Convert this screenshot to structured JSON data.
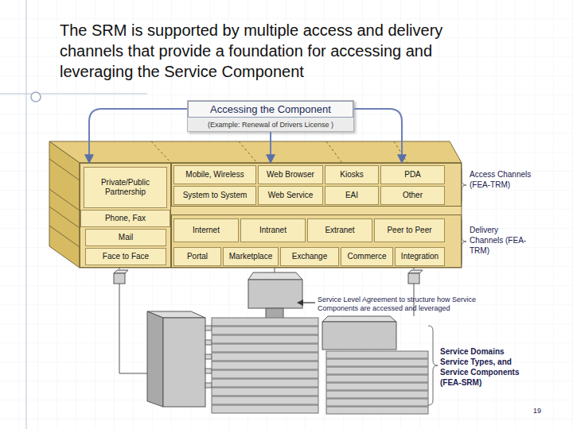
{
  "diagram": {
    "title": "The SRM is supported by multiple access and delivery channels that provide a foundation for accessing and leveraging the Service Component",
    "nodes": [
      {
        "text": [
          "Accessing the Component",
          "(Example: Renewal of Drivers License )"
        ]
      },
      {
        "text": [
          "Private/Public Partnership",
          "Phone, Fax",
          "Mail",
          "Face to Face"
        ]
      },
      {
        "text": [
          "Mobile, Wireless",
          "Web Browser",
          "Kiosks",
          "PDA",
          "System to System",
          "Web Service",
          "EAI",
          "Other"
        ]
      },
      {
        "text": [
          "Internet",
          "Intranet",
          "Extranet",
          "Peer to Peer",
          "Portal",
          "Marketplace",
          "Exchange",
          "Commerce",
          "Integration"
        ]
      }
    ],
    "edges": [
      {
        "from": 0,
        "to": 1,
        "arrow": "to"
      },
      {
        "from": 0,
        "to": 2,
        "arrow": "to"
      },
      {
        "from": 0,
        "to": 2,
        "arrow": "to"
      }
    ],
    "labels": [
      "Access Channels (FEA-TRM)",
      "Delivery Channels (FEA-TRM)",
      "Service Level Agreement to structure how Service Components are accessed and leveraged",
      "Service Domains Service Types, and Service Components (FEA-SRM)",
      "19"
    ]
  }
}
